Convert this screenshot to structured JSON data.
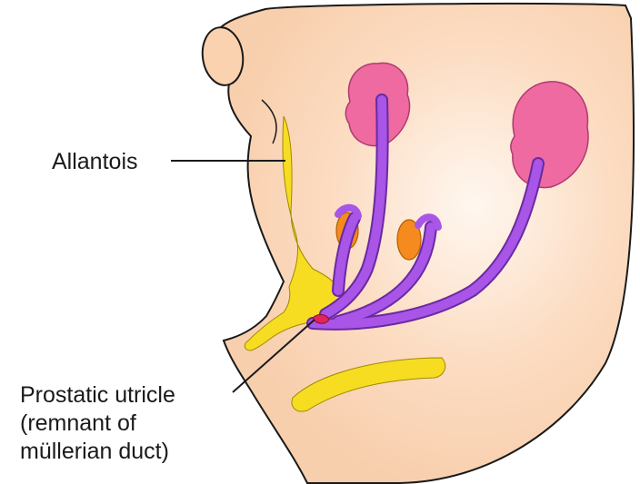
{
  "labels": {
    "allantois": "Allantois",
    "prostatic_utricle": [
      "Prostatic utricle",
      "(remnant of",
      "müllerian duct)"
    ]
  },
  "colors": {
    "body_fill": "#fbd5b5",
    "body_stroke": "#1a1a1a",
    "urogenital_yellow": "#f7dd22",
    "vessel_purple": "#a855e8",
    "gland_pink": "#ee6aa0",
    "gland_orange": "#f58a1f",
    "utricle_red": "#e0245e"
  }
}
